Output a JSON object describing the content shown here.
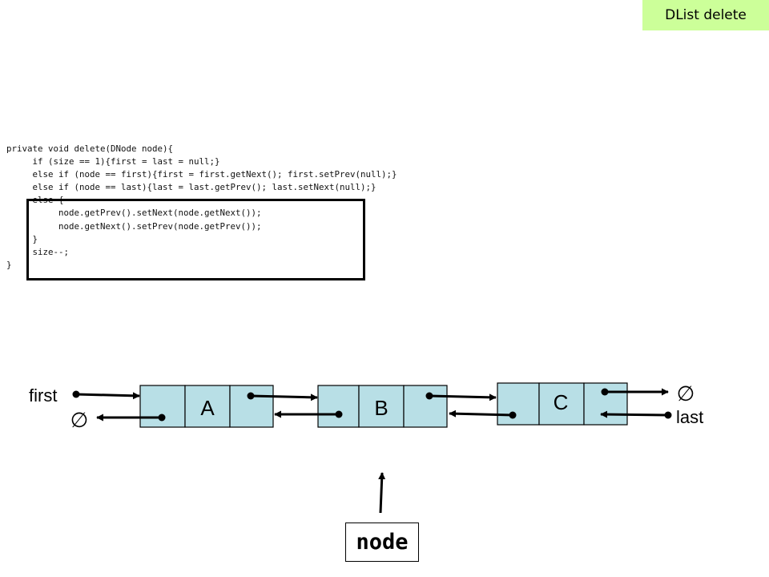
{
  "slide": {
    "title_badge": "DList delete",
    "code_lines": [
      "private void delete(DNode node){",
      "     if (size == 1){first = last = null;}",
      "     else if (node == first){first = first.getNext(); first.setPrev(null);}",
      "     else if (node == last){last = last.getPrev(); last.setNext(null);}",
      "     else {",
      "          node.getPrev().setNext(node.getNext());",
      "          node.getNext().setPrev(node.getPrev());",
      "     }",
      "     size--;",
      "}"
    ]
  },
  "diagram": {
    "nodes": [
      {
        "value": "A"
      },
      {
        "value": "B"
      },
      {
        "value": "C"
      }
    ],
    "first_label": "first",
    "last_label": "last",
    "null_symbol": "∅",
    "node_pointer_label": "node",
    "colors": {
      "cell_fill": "#b8dfe6",
      "badge_fill": "#ccff99"
    }
  }
}
